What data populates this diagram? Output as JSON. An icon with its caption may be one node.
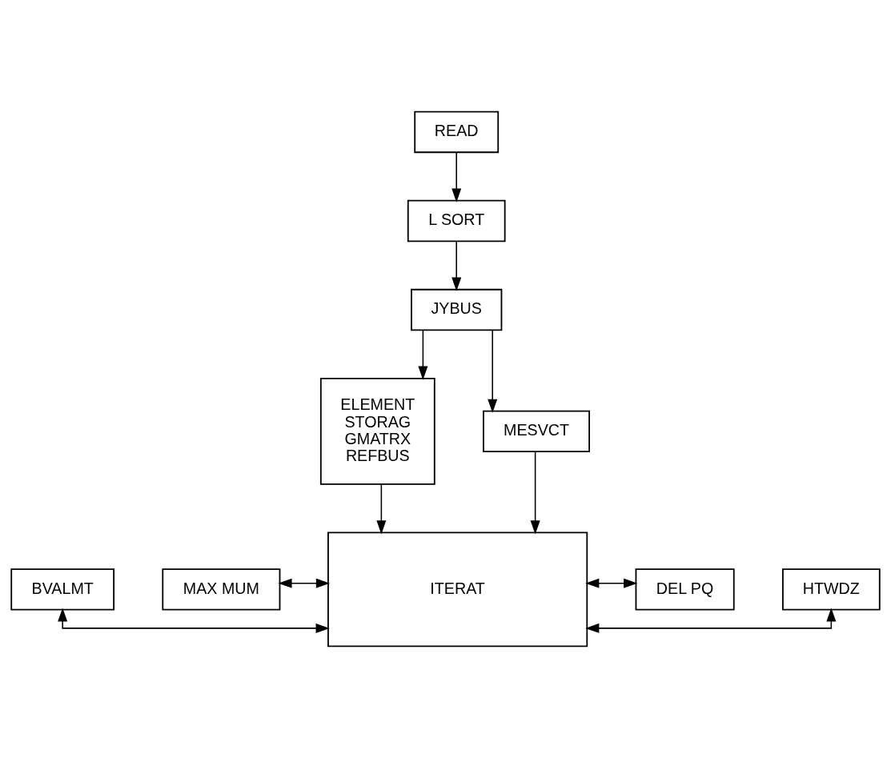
{
  "diagram": {
    "nodes": [
      {
        "text": [
          "READ"
        ]
      },
      {
        "text": [
          "L SORT"
        ]
      },
      {
        "text": [
          "JYBUS"
        ]
      },
      {
        "text": [
          "ELEMENT",
          "STORAG",
          "GMATRX",
          "REFBUS"
        ]
      },
      {
        "text": [
          "MESVCT"
        ]
      },
      {
        "text": [
          "BVALMT"
        ]
      },
      {
        "text": [
          "MAX MUM"
        ]
      },
      {
        "text": [
          "ITERAT"
        ]
      },
      {
        "text": [
          "DEL PQ"
        ]
      },
      {
        "text": [
          "HTWDZ"
        ]
      }
    ],
    "edges": [
      {
        "from": 0,
        "to": 1,
        "arrow": "to"
      },
      {
        "from": 1,
        "to": 2,
        "arrow": "to"
      },
      {
        "from": 2,
        "to": 3,
        "arrow": "to"
      },
      {
        "from": 2,
        "to": 4,
        "arrow": "to"
      },
      {
        "from": 3,
        "to": 7,
        "arrow": "to"
      },
      {
        "from": 4,
        "to": 7,
        "arrow": "to"
      },
      {
        "from": 5,
        "to": 7,
        "arrow": "both"
      },
      {
        "from": 6,
        "to": 7,
        "arrow": "both"
      },
      {
        "from": 7,
        "to": 8,
        "arrow": "both"
      },
      {
        "from": 7,
        "to": 9,
        "arrow": "both"
      }
    ]
  }
}
